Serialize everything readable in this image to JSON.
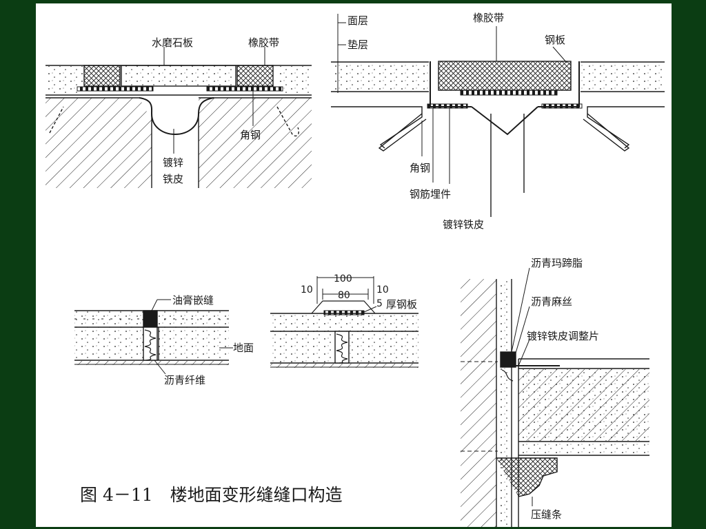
{
  "figure": {
    "caption": "图 4－11　楼地面变形缝缝口构造"
  },
  "colors": {
    "frame": "#0b3d13",
    "paper": "#ffffff",
    "ink": "#1a1a1a"
  },
  "detail_a": {
    "labels": {
      "terrazzo": "水磨石板",
      "rubber": "橡胶带",
      "angle": "角钢",
      "galv_1": "镀锌",
      "galv_2": "铁皮"
    }
  },
  "detail_b": {
    "labels": {
      "surface": "面层",
      "base": "垫层",
      "rubber": "橡胶带",
      "plate": "钢板",
      "angle": "角钢",
      "rebar": "钢筋埋件",
      "galv": "镀锌铁皮"
    }
  },
  "detail_c": {
    "labels": {
      "putty": "油膏嵌缝",
      "ground": "地面",
      "fiber": "沥青纤维"
    }
  },
  "detail_d": {
    "labels": {
      "dim_total": "100",
      "dim_inner": "80",
      "dim_left": "10",
      "dim_right": "10",
      "dim_thick": "5",
      "plate": "厚钢板"
    }
  },
  "detail_e": {
    "labels": {
      "mastic": "沥青玛蹄脂",
      "hemp": "沥青麻丝",
      "adjust": "镀锌铁皮调整片",
      "strip": "压缝条"
    }
  }
}
